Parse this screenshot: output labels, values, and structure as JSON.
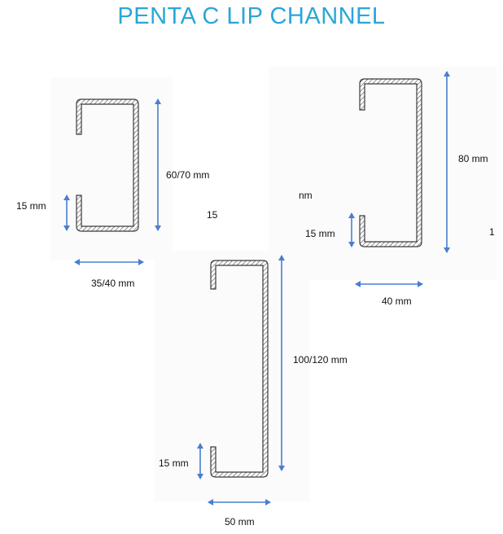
{
  "title": "PENTA C LIP CHANNEL",
  "profiles": [
    {
      "id": "small",
      "height_label": "60/70 mm",
      "width_label": "35/40 mm",
      "lip_label": "15 mm"
    },
    {
      "id": "medium",
      "height_label": "80 mm",
      "width_label": "40 mm",
      "lip_label": "15 mm"
    },
    {
      "id": "large",
      "height_label": "100/120 mm",
      "width_label": "50 mm",
      "lip_label": "15 mm"
    }
  ],
  "stray_text": [
    "15",
    "nm",
    "1"
  ],
  "colors": {
    "title": "#2aa6d9",
    "arrow": "#4a7ed0",
    "steel_outline": "#3a3a3a"
  }
}
